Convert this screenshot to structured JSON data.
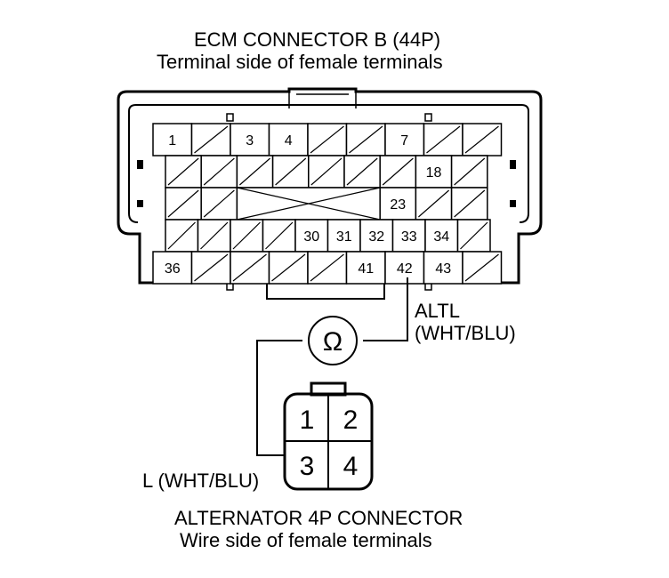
{
  "ecm": {
    "title": "ECM CONNECTOR B (44P)",
    "subtitle": "Terminal side of female terminals",
    "rows": [
      [
        "1",
        "/",
        "3",
        "4",
        "/",
        "/",
        "7",
        "/",
        "/"
      ],
      [
        "/",
        "/",
        "/",
        "/",
        "/",
        "/",
        "/",
        "18",
        "/"
      ],
      [
        "/",
        "/",
        "",
        "",
        "",
        "",
        "23",
        "/",
        "/"
      ],
      [
        "/",
        "/",
        "/",
        "/",
        "30",
        "31",
        "32",
        "33",
        "34",
        "/"
      ],
      [
        "36",
        "/",
        "/",
        "/",
        "/",
        "41",
        "42",
        "43",
        "/"
      ]
    ]
  },
  "wire": {
    "altl_label": "ALTL",
    "altl_color": "(WHT/BLU)",
    "l_label": "L (WHT/BLU)",
    "meter_symbol": "Ω"
  },
  "alt": {
    "title": "ALTERNATOR 4P CONNECTOR",
    "subtitle": "Wire side of female terminals",
    "pins": [
      "1",
      "2",
      "3",
      "4"
    ]
  }
}
